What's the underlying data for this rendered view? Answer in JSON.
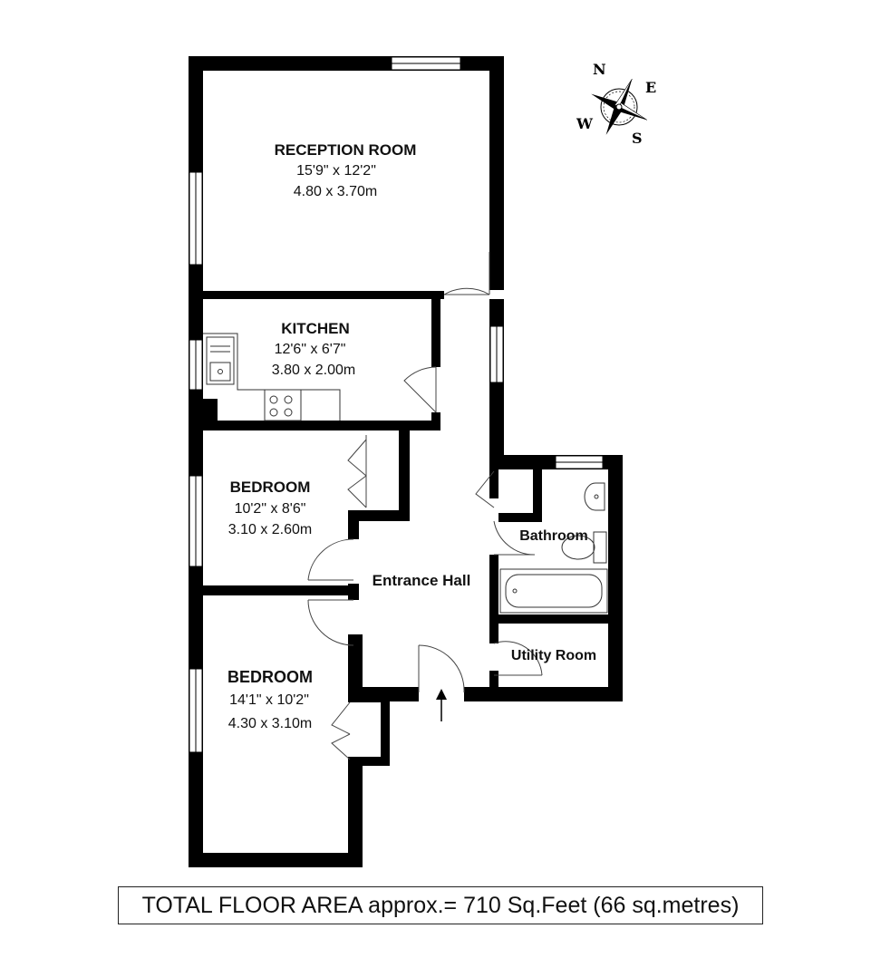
{
  "compass": {
    "n": "N",
    "e": "E",
    "s": "S",
    "w": "W"
  },
  "rooms": {
    "reception": {
      "name": "RECEPTION ROOM",
      "imperial": "15'9\" x 12'2\"",
      "metric": "4.80 x 3.70m"
    },
    "kitchen": {
      "name": "KITCHEN",
      "imperial": "12'6\" x 6'7\"",
      "metric": "3.80 x 2.00m"
    },
    "bedroom1": {
      "name": "BEDROOM",
      "imperial": "10'2\" x 8'6\"",
      "metric": "3.10 x 2.60m"
    },
    "bedroom2": {
      "name": "BEDROOM",
      "imperial": "14'1\" x 10'2\"",
      "metric": "4.30 x 3.10m"
    },
    "hall": {
      "name": "Entrance Hall"
    },
    "bathroom": {
      "name": "Bathroom"
    },
    "utility": {
      "name": "Utility Room"
    }
  },
  "total_area": "TOTAL FLOOR AREA approx.= 710 Sq.Feet (66 sq.metres)"
}
